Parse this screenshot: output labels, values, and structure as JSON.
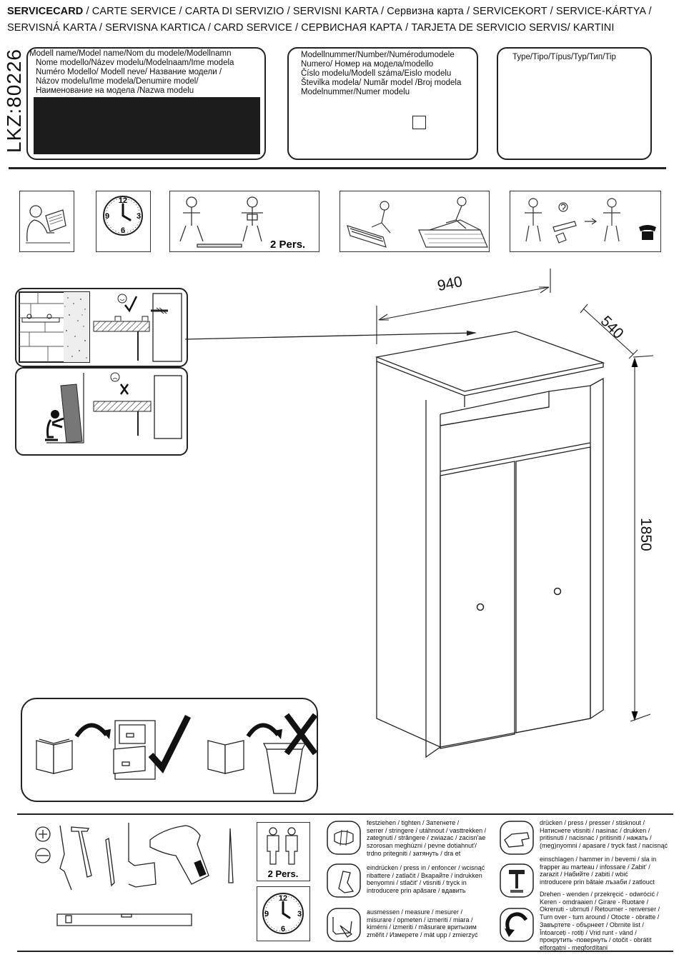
{
  "header": {
    "line1_bold": "SERVICECARD",
    "line1_rest": " / CARTE SERVICE / CARTA DI SERVIZIO / SERVISNI KARTA / Сервизна карта / SERVICEKORT / SERVICE-KÁRTYA /",
    "line2": "SERVISNÁ KARTA / SERVISNA KARTICA / CARD SERVICE / СЕРВИСНАЯ КАРТА / TARJETA DE SERVICIO SERVIS/ KARTINI"
  },
  "side_code": "LKZ:80226",
  "model_name_box": {
    "lines": [
      "Modell name/Model name/Nom du modele/Modellnamn",
      "Nome modello/Název modelu/Modelnaam/Ime modela",
      "Numéro Modello/ Modell neve/   Название модели /",
      "Názov modelu/Ime modela/Denumire model/",
      "Наименование на модела /Nazwa modelu"
    ]
  },
  "model_number_box": {
    "lines": [
      "Modellnummer/Number/Numérodumodele",
      "Numero/   Номер на модела/modello",
      "Číslo modelu/Modell száma/Eislo modelu",
      "Številka modela/  Număr model /Broj modela",
      "Modelnummer/Numer modelu"
    ]
  },
  "type_box": {
    "label": "Type/Tipo/Típus/Typ/Тип/Tip"
  },
  "instruction_icons": {
    "two_persons": "2 Pers.",
    "clock_numbers": [
      "12",
      "3",
      "6",
      "9"
    ],
    "icon_names": [
      "read-instructions-icon",
      "clock-icon",
      "two-persons-lift-icon",
      "assemble-on-carton-icon",
      "call-service-icon"
    ]
  },
  "dimensions": {
    "width": "940",
    "depth": "540",
    "height": "1850"
  },
  "tools_panel": {
    "two_persons": "2 Pers.",
    "clock_numbers": [
      "12",
      "3",
      "6",
      "9"
    ]
  },
  "legend": {
    "tighten": [
      "festziehen / tighten / Затегнете /",
      "serrer / stringere / utáhnout / vasttrekken /",
      "zategnuti / strângere / zwiazac / zacisn'ae",
      "szorosan meghúzni / pevne dotiahnut'/",
      "trdno pritegniti / затянуть / dra et"
    ],
    "press": [
      "eindrücken / press in / enfoncer / wcisnąć",
      "ribattere / zatlačit / Вкарайте / indrukken",
      "benyomni / stlačit' / vtisniti / tryck in",
      "introducere prin apăsare / вдавить"
    ],
    "measure": [
      "ausmessen / measure / mesurer /",
      "misurare / opmeten / izmeriti / miara /",
      "kimérni / izmeriti / măsurare вритызим",
      "změřit / Измерете / mät upp / zmierzyć"
    ],
    "push": [
      "drücken / press / presser / stisknout /",
      "Натиснете vtisniti / nasinac / drukken /",
      "pritisnuti / nacisnac / pritisniti / нажать /",
      "(meg)nyomni / apasare / tryck fast / nacisnąć"
    ],
    "hammer": [
      "einschlagen / hammer in / bevemi / sla in",
      "frapper au marteau / infossare / Zabit' /",
      "zarazit / Набийте / zabiti / wbić",
      "introducere prin bătaie лъзаби   / zatlouct"
    ],
    "turn": [
      "Drehen - wenden / przekręcić - odwrócić /",
      "Keren - omdraaien / Girare - Ruotare /",
      "Okrenuti - ubrnuti / Retourner - renverser /",
      "Turn over - turn around / Otocte - obratte /",
      "Завъртете - обърнеет / Obrnite list /",
      "Întoarceți - rotiți / Vrid runt - vänd /",
      "прокрутить -повернуть  / otočit - obrátit",
      "elforgatni - megfordítani"
    ]
  }
}
